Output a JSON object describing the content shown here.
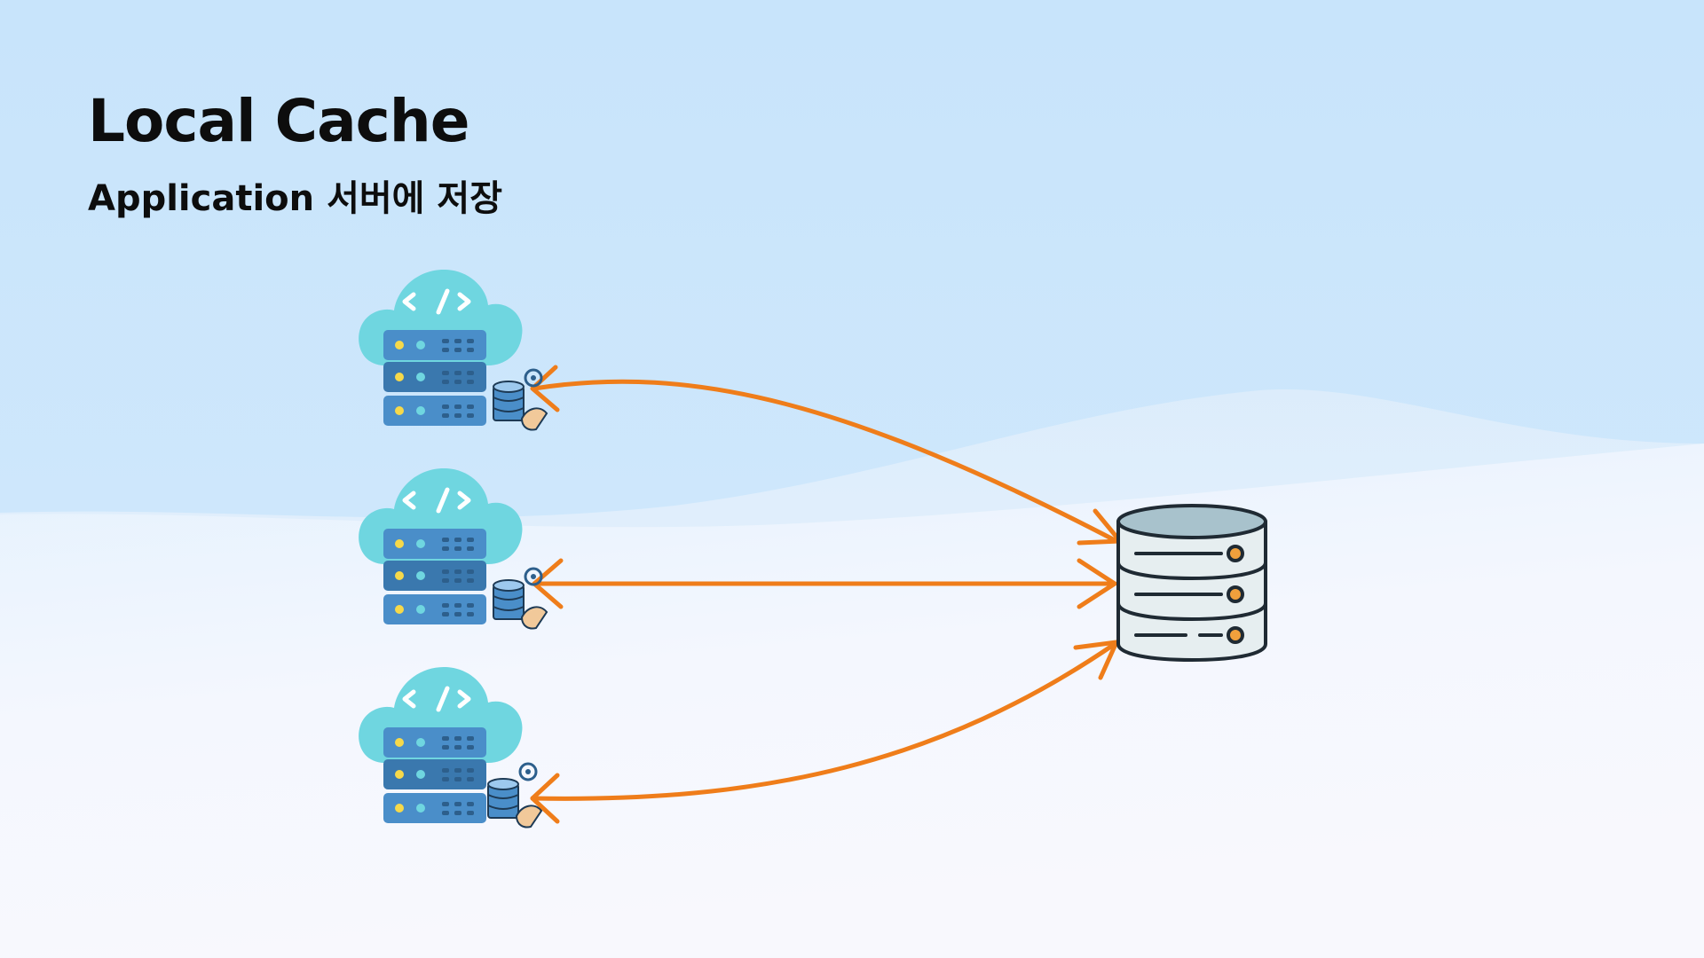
{
  "slide": {
    "title": "Local Cache",
    "subtitle": "Application 서버에 저장"
  },
  "diagram": {
    "app_servers": [
      {
        "id": "server-1",
        "icon": "cloud-server-icon",
        "cache_icon": "local-cache-icon"
      },
      {
        "id": "server-2",
        "icon": "cloud-server-icon",
        "cache_icon": "local-cache-icon"
      },
      {
        "id": "server-3",
        "icon": "cloud-server-icon",
        "cache_icon": "local-cache-icon"
      }
    ],
    "database": {
      "icon": "database-icon"
    },
    "connections": [
      {
        "from": "server-1",
        "to": "database",
        "direction": "bidirectional"
      },
      {
        "from": "server-2",
        "to": "database",
        "direction": "bidirectional"
      },
      {
        "from": "server-3",
        "to": "database",
        "direction": "bidirectional"
      }
    ]
  },
  "colors": {
    "background_top": "#c9e5fb",
    "background_bottom": "#f7f9ff",
    "arrow": "#ef7d1a",
    "cloud": "#6fd6e0",
    "server_rack": "#4a8ec9",
    "database_body": "#e6eef0",
    "database_top": "#a8c2cc",
    "database_led": "#f0a03c",
    "title_text": "#0d0d0d"
  }
}
